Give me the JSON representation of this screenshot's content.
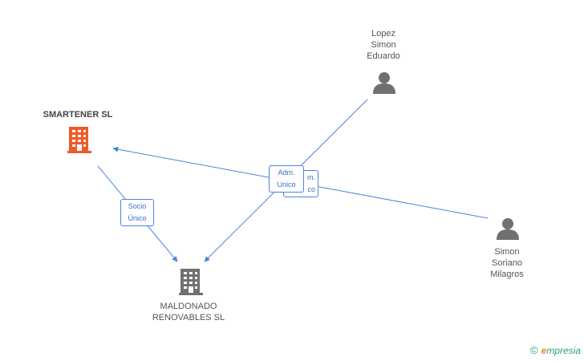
{
  "nodes": {
    "smartener": {
      "name": "SMARTENER SL",
      "icon": "building-icon",
      "color": "#f05a28"
    },
    "maldonado": {
      "line1": "MALDONADO",
      "line2": "RENOVABLES SL",
      "icon": "building-icon",
      "color": "#707070"
    },
    "lopez": {
      "line1": "Lopez",
      "line2": "Simon",
      "line3": "Eduardo",
      "icon": "person-icon",
      "color": "#707070"
    },
    "soriano": {
      "line1": "Simon",
      "line2": "Soriano",
      "line3": "Milagros",
      "icon": "person-icon",
      "color": "#707070"
    }
  },
  "edges": {
    "socio_unico": {
      "line1": "Socio",
      "line2": "Único"
    },
    "adm_front": {
      "line1": "Adm.",
      "line2": "Unico"
    },
    "adm_back": {
      "line1": "m.",
      "line2": "co"
    }
  },
  "colors": {
    "edge": "#4a86d9",
    "edge_text": "#3b6fb6"
  },
  "brand": {
    "copyright": "©",
    "e": "e",
    "rest": "mpresia"
  }
}
